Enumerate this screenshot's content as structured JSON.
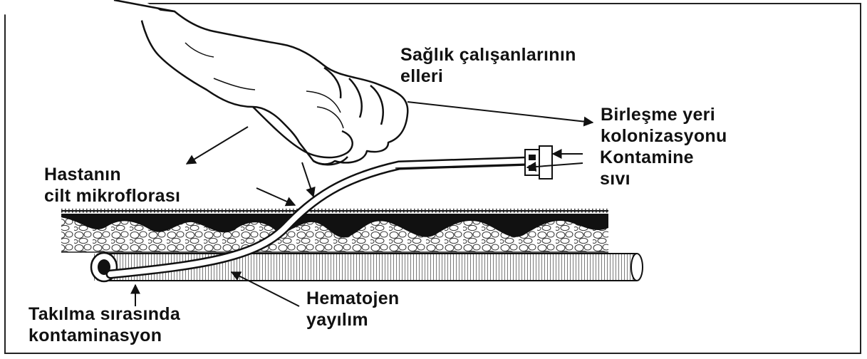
{
  "labels": {
    "hands": [
      "Sağlık çalışanlarının",
      "elleri"
    ],
    "junction": [
      "Birleşme yeri",
      "kolonizasyonu"
    ],
    "fluid": [
      "Kontamine",
      "sıvı"
    ],
    "skin": [
      "Hastanın",
      "cilt mikroflorası"
    ],
    "hematogenous": [
      "Hematojen",
      "yayılım"
    ],
    "insertion": [
      "Takılma sırasında",
      "kontaminasyon"
    ]
  }
}
